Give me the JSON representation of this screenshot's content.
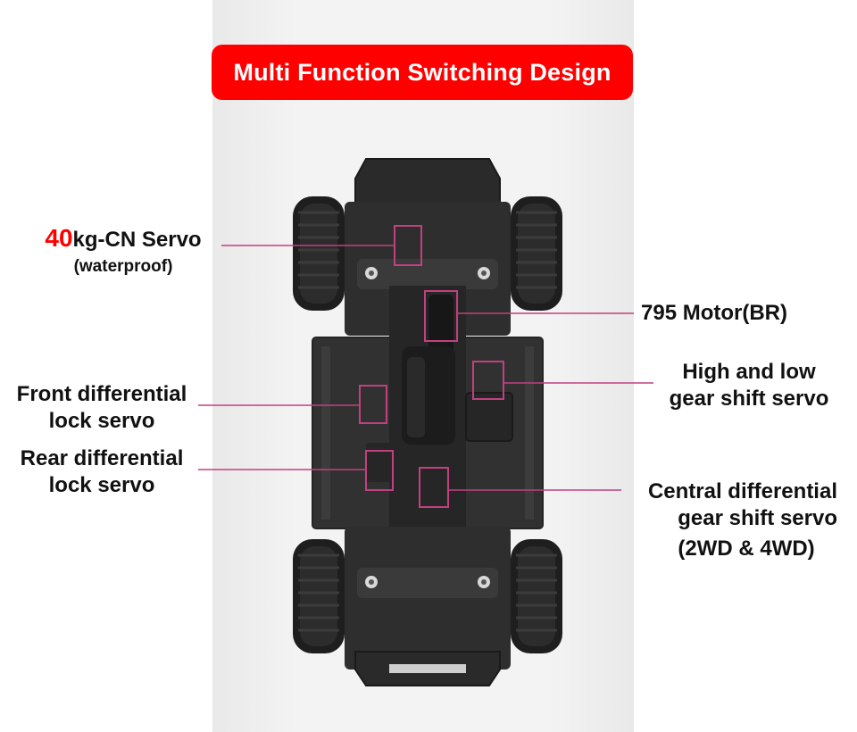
{
  "title": "Multi Function Switching Design",
  "colors": {
    "banner": "#ff0000",
    "callout_line": "#c2407f",
    "highlight_box": "#c2407f",
    "chassis": "#2b2b2b",
    "tire": "#1e1e1e"
  },
  "labels": {
    "servo_40kg": {
      "number": "40",
      "unit": "kg-CN Servo",
      "note": "(waterproof)"
    },
    "motor": {
      "text": "795 Motor(BR)"
    },
    "high_low_gear": {
      "line1": "High and low",
      "line2": "gear shift servo"
    },
    "front_diff": {
      "line1": "Front differential",
      "line2": "lock servo"
    },
    "rear_diff": {
      "line1": "Rear differential",
      "line2": "lock servo"
    },
    "central_diff": {
      "line1": "Central differential",
      "line2": "gear shift servo",
      "line3": "(2WD & 4WD)"
    }
  }
}
